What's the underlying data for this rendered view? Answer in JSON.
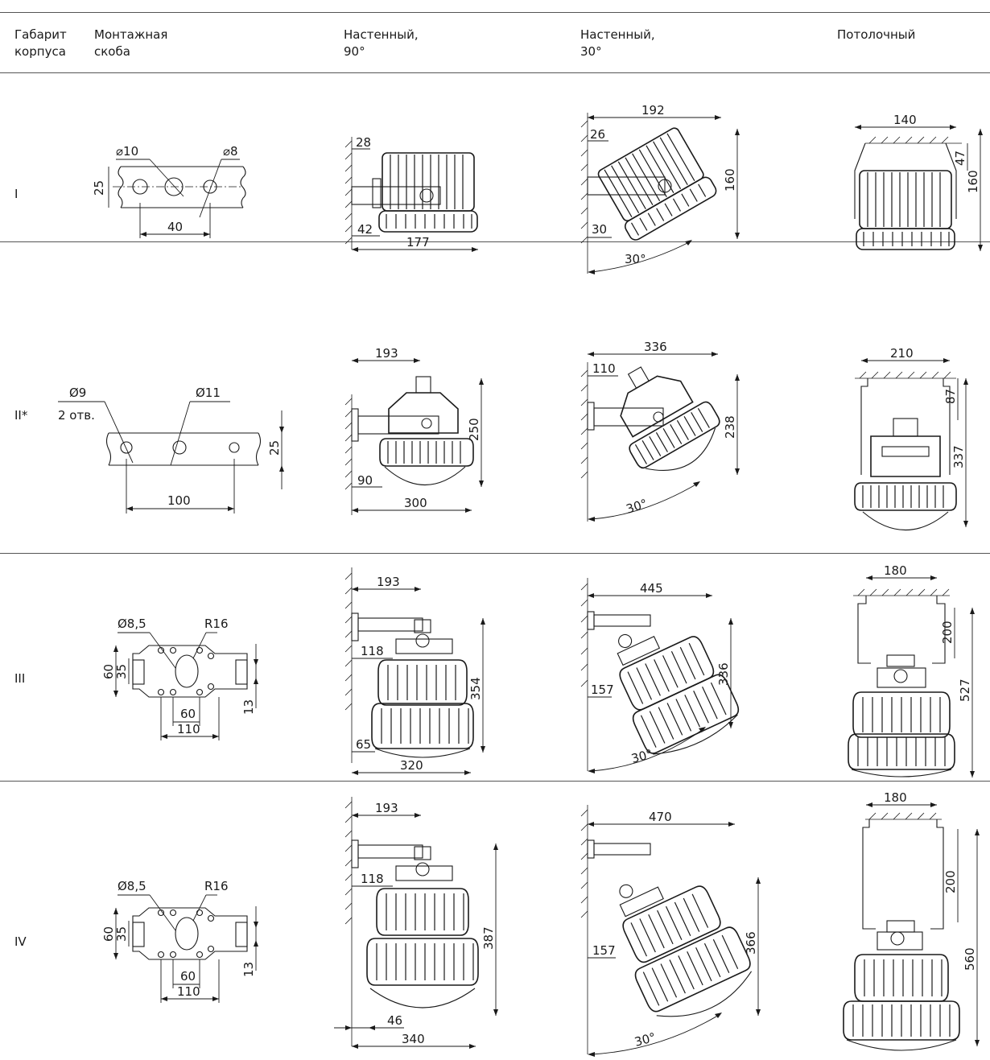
{
  "header": {
    "col_size": "Габарит\nкорпуса",
    "col_bracket": "Монтажная\nскоба",
    "col_wall90": "Настенный,\n90°",
    "col_wall30": "Настенный,\n30°",
    "col_ceiling": "Потолочный"
  },
  "rows": [
    {
      "label": "I",
      "bracket": {
        "hole1": "⌀10",
        "hole2": "⌀8",
        "height": "25",
        "spacing": "40"
      },
      "wall90": {
        "top": "28",
        "offset": "42",
        "width": "177"
      },
      "wall30": {
        "width": "192",
        "top": "26",
        "height": "160",
        "offset": "30",
        "angle": "30°"
      },
      "ceiling": {
        "width": "140",
        "mount": "47",
        "height": "160"
      }
    },
    {
      "label": "II*",
      "bracket": {
        "hole1": "Ø9",
        "hole1_note": "2 отв.",
        "hole2": "Ø11",
        "height": "25",
        "spacing": "100"
      },
      "wall90": {
        "top": "193",
        "height": "250",
        "offset": "90",
        "width": "300"
      },
      "wall30": {
        "width": "336",
        "top": "110",
        "height": "238",
        "angle": "30°"
      },
      "ceiling": {
        "width": "210",
        "mount": "87",
        "height": "337"
      }
    },
    {
      "label": "III",
      "bracket": {
        "hole1": "Ø8,5",
        "hole2": "R16",
        "outer": "60",
        "inner": "35",
        "slot": "13",
        "spacing1": "60",
        "spacing2": "110"
      },
      "wall90": {
        "top": "193",
        "arm": "118",
        "height": "354",
        "offset": "65",
        "width": "320"
      },
      "wall30": {
        "width": "445",
        "arm": "157",
        "height": "336",
        "angle": "30°"
      },
      "ceiling": {
        "width": "180",
        "mount": "200",
        "height": "527"
      }
    },
    {
      "label": "IV",
      "bracket": {
        "hole1": "Ø8,5",
        "hole2": "R16",
        "outer": "60",
        "inner": "35",
        "slot": "13",
        "spacing1": "60",
        "spacing2": "110"
      },
      "wall90": {
        "top": "193",
        "arm": "118",
        "height": "387",
        "offset": "46",
        "width": "340"
      },
      "wall30": {
        "width": "470",
        "arm": "157",
        "height": "366",
        "angle": "30°"
      },
      "ceiling": {
        "width": "180",
        "mount": "200",
        "height": "560"
      }
    }
  ]
}
